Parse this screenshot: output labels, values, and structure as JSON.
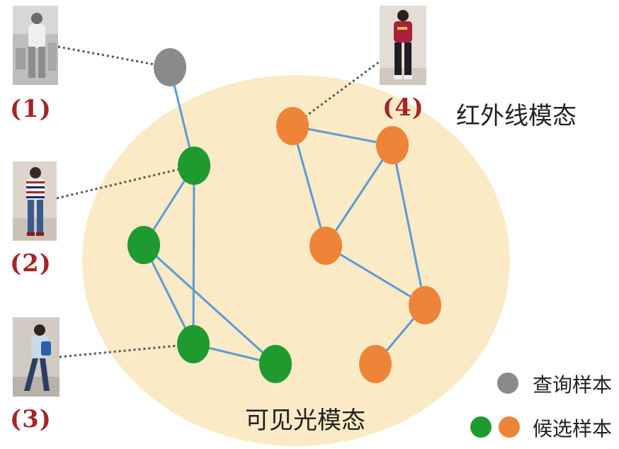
{
  "labels": {
    "infrared_modality": "红外线模态",
    "visible_modality": "可见光模态",
    "query_sample": "查询样本",
    "candidate_sample": "候选样本"
  },
  "references": [
    {
      "id": "1",
      "text": "(1)"
    },
    {
      "id": "2",
      "text": "(2)"
    },
    {
      "id": "3",
      "text": "(3)"
    },
    {
      "id": "4",
      "text": "(4)"
    }
  ],
  "colors": {
    "region_fill": "#fbeac6",
    "edge": "#5b9bd5",
    "query_node": "#8a8a8a",
    "visible_node": "#1f9a2f",
    "infrared_node": "#ee8437",
    "dotted_line": "#555555",
    "reference_label": "#a2262c"
  },
  "icons": {
    "photo_1": "person-photo-grayscale",
    "photo_2": "person-photo-striped-shirt",
    "photo_3": "person-photo-walking",
    "photo_4": "person-photo-red-shirt"
  }
}
